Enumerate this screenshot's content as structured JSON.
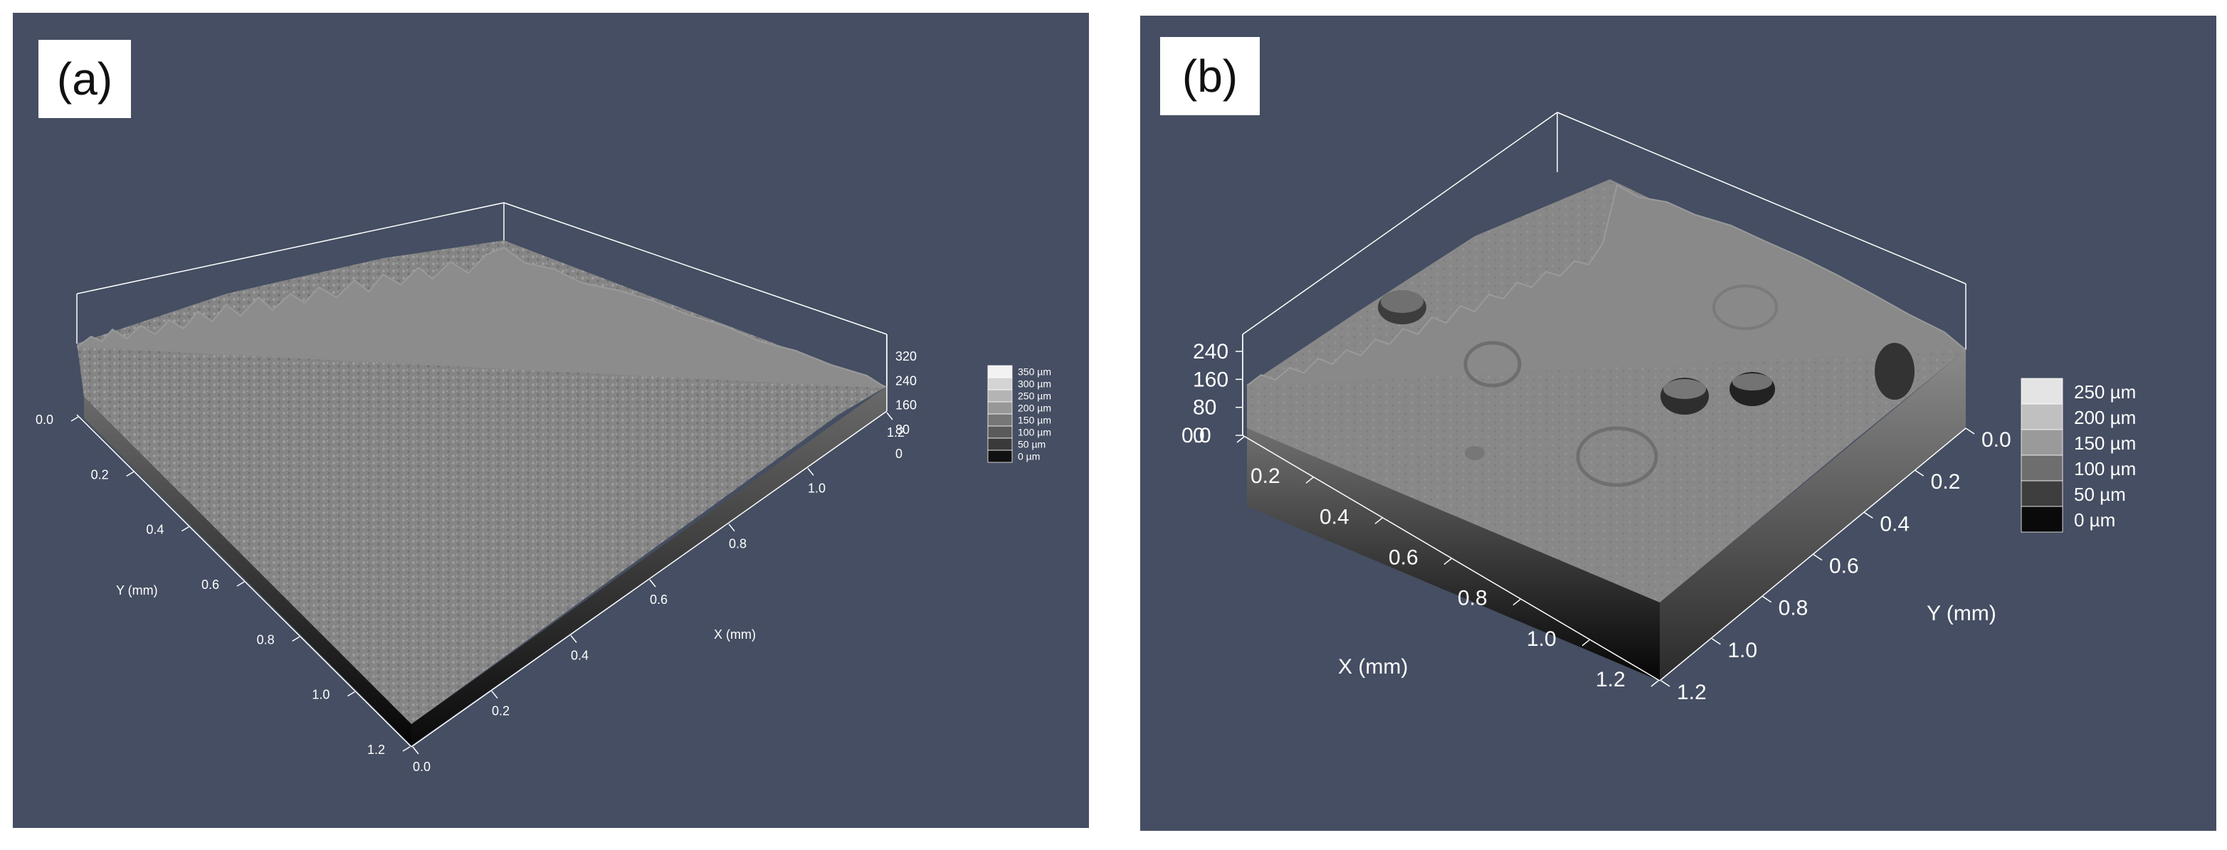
{
  "panels": [
    {
      "label": "(a)",
      "x_axis_label": "X (mm)",
      "y_axis_label": "Y (mm)",
      "x_ticks": [
        "0.0",
        "0.2",
        "0.4",
        "0.6",
        "0.8",
        "1.0",
        "1.2"
      ],
      "y_ticks": [
        "0.0",
        "0.2",
        "0.4",
        "0.6",
        "0.8",
        "1.0",
        "1.2"
      ],
      "z_ticks": [
        "0",
        "80",
        "160",
        "240",
        "320"
      ],
      "legend": [
        "350 µm",
        "300 µm",
        "250 µm",
        "200 µm",
        "150 µm",
        "100 µm",
        "50 µm",
        "0 µm"
      ],
      "legend_colors": [
        "#f2f2f2",
        "#d4d4d4",
        "#b4b4b4",
        "#979797",
        "#777777",
        "#5a5a5a",
        "#3a3a3a",
        "#111111"
      ]
    },
    {
      "label": "(b)",
      "x_axis_label": "X (mm)",
      "y_axis_label": "Y (mm)",
      "x_ticks": [
        "0.0",
        "0.2",
        "0.4",
        "0.6",
        "0.8",
        "1.0",
        "1.2"
      ],
      "y_ticks": [
        "0.0",
        "0.2",
        "0.4",
        "0.6",
        "0.8",
        "1.0",
        "1.2"
      ],
      "z_ticks": [
        "0",
        "80",
        "160",
        "240"
      ],
      "legend": [
        "250 µm",
        "200 µm",
        "150 µm",
        "100 µm",
        "50 µm",
        "0 µm"
      ],
      "legend_colors": [
        "#e4e4e4",
        "#c0c0c0",
        "#9a9a9a",
        "#6e6e6e",
        "#3e3e3e",
        "#0a0a0a"
      ]
    }
  ],
  "colors": {
    "panel_background": "#454e62",
    "surface": "#8a8a8a",
    "frame": "#ffffff"
  }
}
